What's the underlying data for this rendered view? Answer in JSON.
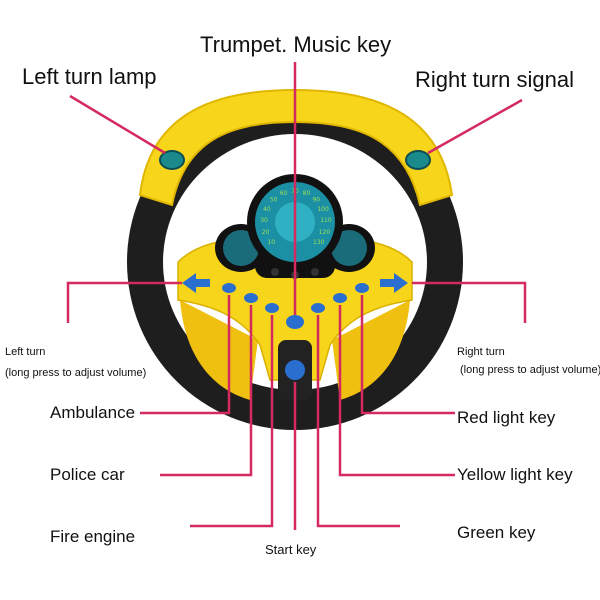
{
  "labels": {
    "trumpet_music_key": "Trumpet. Music key",
    "left_turn_lamp": "Left turn lamp",
    "right_turn_signal": "Right turn signal",
    "left_turn": "Left turn",
    "left_turn_note": "(long press to adjust volume)",
    "right_turn": "Right turn",
    "right_turn_note": "(long press to adjust volume)",
    "ambulance": "Ambulance",
    "police_car": "Police car",
    "fire_engine": "Fire engine",
    "start_key": "Start key",
    "red_light_key": "Red light key",
    "yellow_light_key": "Yellow light key",
    "green_key": "Green key"
  },
  "speedometer": [
    "10",
    "20",
    "30",
    "40",
    "50",
    "60",
    "70",
    "80",
    "90",
    "100",
    "110",
    "120",
    "130"
  ],
  "colors": {
    "callout_line": "#d42a5f",
    "wheel_yellow": "#f7d51a",
    "wheel_black": "#1e1e1e",
    "button_blue": "#2a6fd0",
    "gauge_teal": "#1a8fa0"
  }
}
